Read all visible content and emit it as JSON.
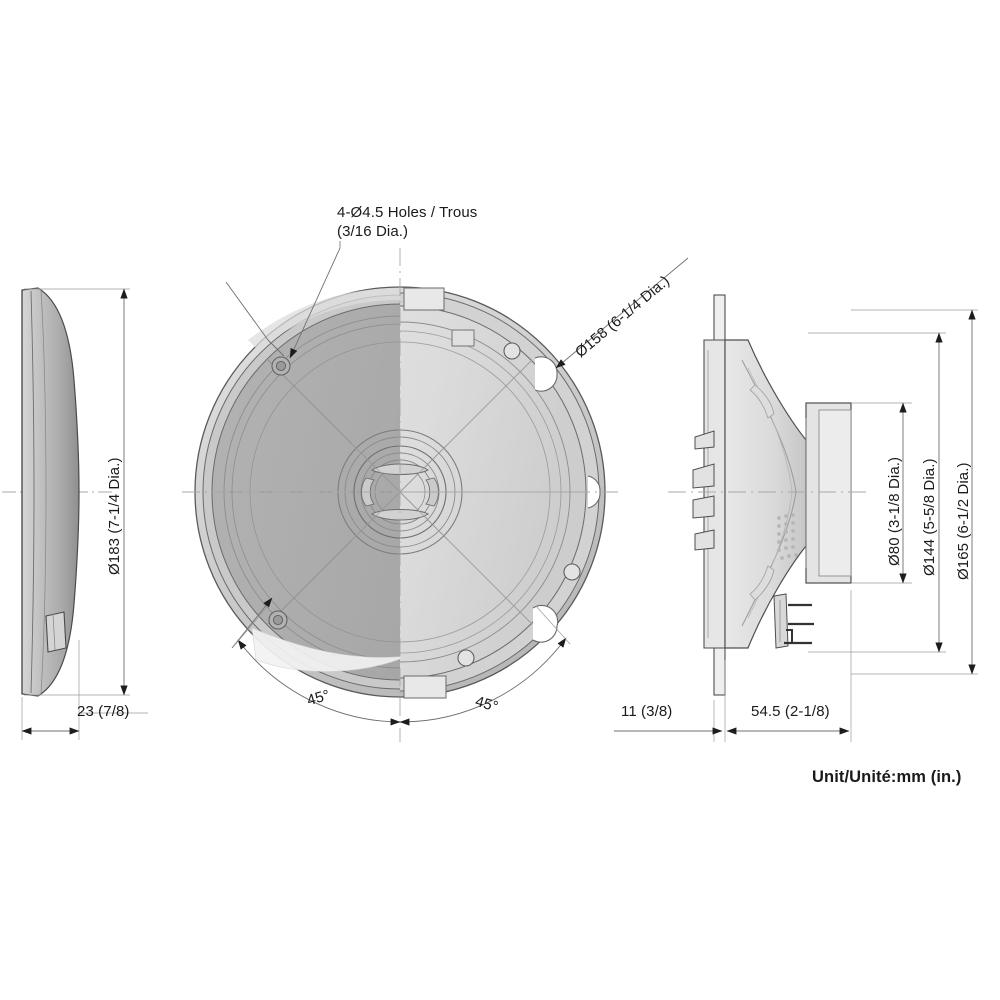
{
  "document": {
    "kind": "dimensional-drawing",
    "subject": "coaxial loudspeaker",
    "unit_note": "Unit/Unité:mm (in.)"
  },
  "callouts": {
    "holes_line1": "4-Ø4.5 Holes / Trous",
    "holes_line2": "(3/16 Dia.)"
  },
  "dimensions": {
    "grille_diameter": "Ø183 (7-1/4 Dia.)",
    "grille_depth": "23 (7/8)",
    "cutout_diameter": "Ø158 (6-1/4 Dia.)",
    "magnet_diameter": "Ø80 (3-1/8 Dia.)",
    "basket_diameter": "Ø144 (5-5/8 Dia.)",
    "flange_diameter": "Ø165 (6-1/2 Dia.)",
    "flange_depth": "11 (3/8)",
    "body_depth": "54.5 (2-1/8)",
    "angle_left": "45°",
    "angle_right": "45°"
  },
  "views": {
    "left": "grille-side-profile-view",
    "center": "speaker-front-view",
    "right": "speaker-side-section-view"
  },
  "colors": {
    "line": "#3a3a3a",
    "thin_line": "#9a9a9a",
    "fill_dark": "#a8a8a8",
    "fill_mid": "#bdbdbd",
    "fill_light": "#d8d8d8",
    "fill_pale": "#eaeaea",
    "text": "#1a1a1a",
    "background": "#ffffff"
  }
}
